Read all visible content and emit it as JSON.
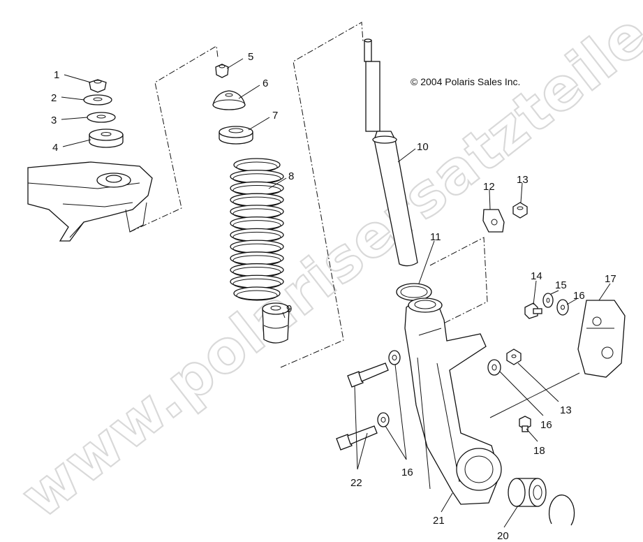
{
  "copyright": "© 2004 Polaris Sales Inc.",
  "watermark": "www.polarisersatzteile.de",
  "callouts": {
    "c1": "1",
    "c2": "2",
    "c3": "3",
    "c4": "4",
    "c5": "5",
    "c6": "6",
    "c7": "7",
    "c8": "8",
    "c9": "9",
    "c10": "10",
    "c11": "11",
    "c12": "12",
    "c13a": "13",
    "c13b": "13",
    "c14": "14",
    "c15": "15",
    "c16a": "16",
    "c16b": "16",
    "c16c": "16",
    "c17": "17",
    "c18": "18",
    "c20": "20",
    "c21": "21",
    "c22": "22"
  },
  "parts": [
    {
      "ref": "1",
      "part": "nut"
    },
    {
      "ref": "2",
      "part": "washer"
    },
    {
      "ref": "3",
      "part": "washer"
    },
    {
      "ref": "4",
      "part": "bushing"
    },
    {
      "ref": "5",
      "part": "nut"
    },
    {
      "ref": "6",
      "part": "spring-retainer-upper"
    },
    {
      "ref": "7",
      "part": "spring-seat"
    },
    {
      "ref": "8",
      "part": "coil-spring"
    },
    {
      "ref": "9",
      "part": "bump-stop"
    },
    {
      "ref": "10",
      "part": "strut-cartridge"
    },
    {
      "ref": "11",
      "part": "o-ring"
    },
    {
      "ref": "12",
      "part": "clip"
    },
    {
      "ref": "13",
      "part": "nut"
    },
    {
      "ref": "14",
      "part": "bolt"
    },
    {
      "ref": "15",
      "part": "washer"
    },
    {
      "ref": "16",
      "part": "washer"
    },
    {
      "ref": "17",
      "part": "brake-caliper"
    },
    {
      "ref": "18",
      "part": "bolt"
    },
    {
      "ref": "20",
      "part": "wheel-bearing"
    },
    {
      "ref": "21",
      "part": "strut-housing"
    },
    {
      "ref": "22",
      "part": "bolt"
    }
  ]
}
